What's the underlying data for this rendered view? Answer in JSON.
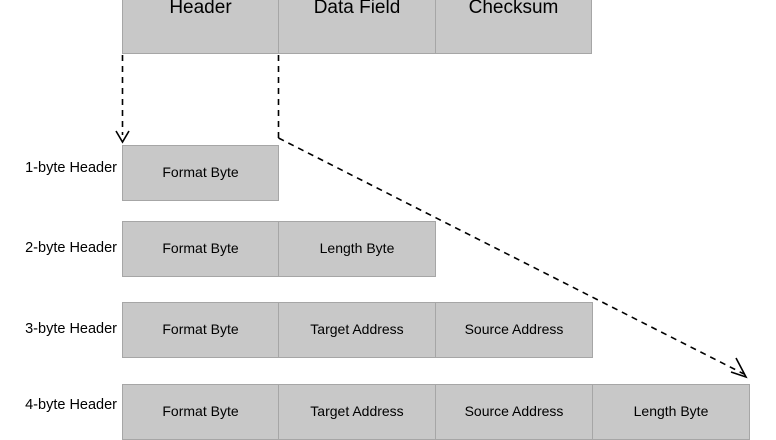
{
  "diagram": {
    "title_present": false,
    "colors": {
      "box_fill": "#c8c8c8",
      "box_border": "#a6a6a6",
      "text": "#000000",
      "connector": "#000000",
      "background": "#ffffff"
    },
    "packet": {
      "name": "packet-structure",
      "fields": [
        {
          "label": "Header"
        },
        {
          "label": "Data Field"
        },
        {
          "label": "Checksum"
        }
      ]
    },
    "header_variants": [
      {
        "label": "1-byte Header",
        "cells": [
          {
            "label": "Format Byte"
          }
        ]
      },
      {
        "label": "2-byte Header",
        "cells": [
          {
            "label": "Format Byte"
          },
          {
            "label": "Length Byte"
          }
        ]
      },
      {
        "label": "3-byte Header",
        "cells": [
          {
            "label": "Format Byte"
          },
          {
            "label": "Target Address"
          },
          {
            "label": "Source Address"
          }
        ]
      },
      {
        "label": "4-byte Header",
        "cells": [
          {
            "label": "Format Byte"
          },
          {
            "label": "Target Address"
          },
          {
            "label": "Source Address"
          },
          {
            "label": "Length Byte"
          }
        ]
      }
    ],
    "connectors": [
      {
        "name": "header-left-guide",
        "style": "dashed",
        "arrow": true
      },
      {
        "name": "header-right-guide",
        "style": "dashed",
        "arrow": true
      }
    ]
  }
}
